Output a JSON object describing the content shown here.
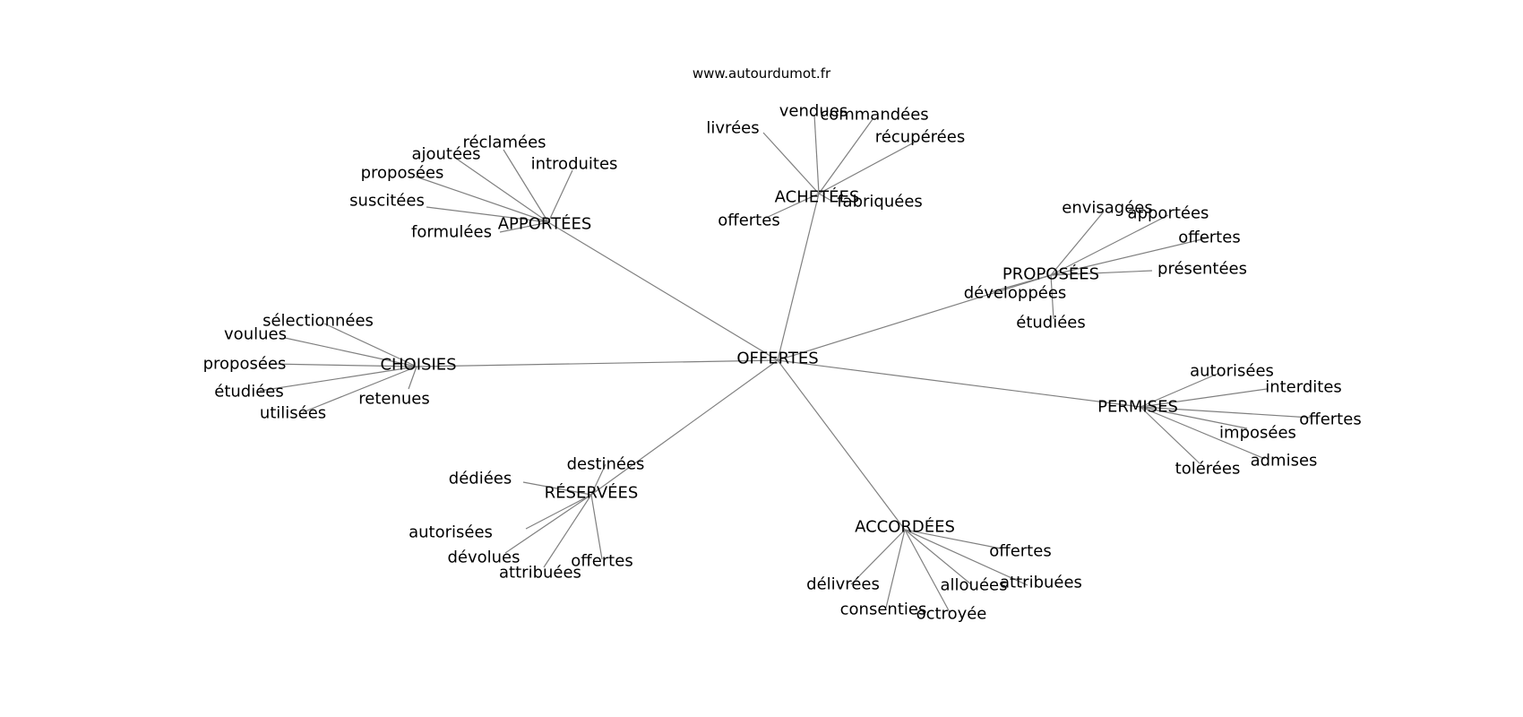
{
  "site": "www.autourdumot.fr",
  "center": "OFFERTES",
  "clusters": [
    {
      "hub": "APPORTÉES",
      "words": [
        "réclamées",
        "ajoutées",
        "introduites",
        "proposées",
        "suscitées",
        "formulées"
      ]
    },
    {
      "hub": "ACHETÉES",
      "words": [
        "vendues",
        "livrées",
        "commandées",
        "récupérées",
        "fabriquées",
        "offertes"
      ]
    },
    {
      "hub": "PROPOSÉES",
      "words": [
        "envisagées",
        "apportées",
        "offertes",
        "présentées",
        "développées",
        "étudiées"
      ]
    },
    {
      "hub": "CHOISIES",
      "words": [
        "sélectionnées",
        "voulues",
        "proposées",
        "étudiées",
        "retenues",
        "utilisées"
      ]
    },
    {
      "hub": "PERMISES",
      "words": [
        "autorisées",
        "interdites",
        "offertes",
        "imposées",
        "admises",
        "tolérées"
      ]
    },
    {
      "hub": "RÉSERVÉES",
      "words": [
        "destinées",
        "dédiées",
        "autorisées",
        "dévolues",
        "offertes",
        "attribuées"
      ]
    },
    {
      "hub": "ACCORDÉES",
      "words": [
        "offertes",
        "délivrées",
        "allouées",
        "attribuées",
        "consenties",
        "octroyée"
      ]
    }
  ]
}
